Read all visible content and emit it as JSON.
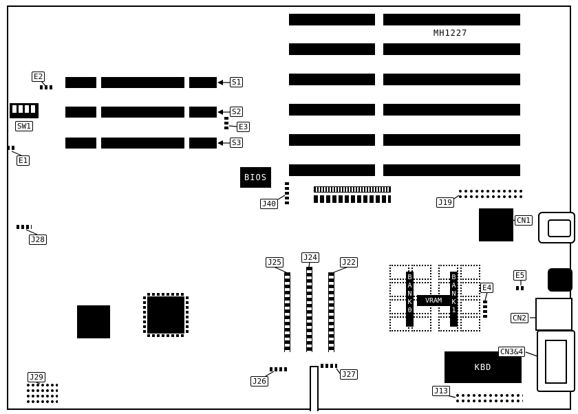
{
  "board": {
    "model": "MH1227"
  },
  "labels": {
    "e1": "E1",
    "e2": "E2",
    "e3": "E3",
    "e4": "E4",
    "e5": "E5",
    "s1": "S1",
    "s2": "S2",
    "s3": "S3",
    "sw1": "SW1",
    "bios": "BIOS",
    "kbd": "KBD",
    "j13": "J13",
    "j19": "J19",
    "j22": "J22",
    "j24": "J24",
    "j25": "J25",
    "j26": "J26",
    "j27": "J27",
    "j28": "J28",
    "j29": "J29",
    "j40": "J40",
    "cn1": "CN1",
    "cn2": "CN2",
    "cn3_4": "CN3&4",
    "bank0": "BANK0",
    "bank1": "BANK1",
    "vram": "VRAM"
  },
  "colors": {
    "ink": "#000000",
    "paper": "#ffffff"
  }
}
